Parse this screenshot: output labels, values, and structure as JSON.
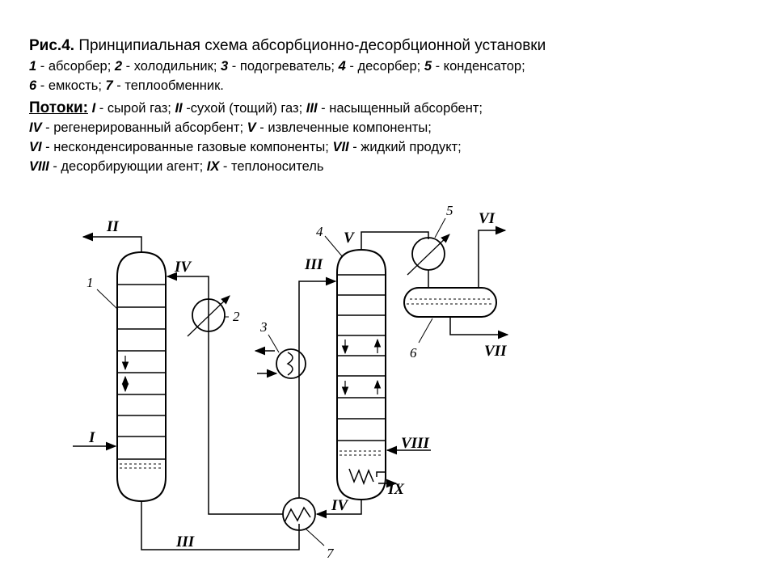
{
  "caption": {
    "title_prefix": "Рис.4.",
    "title_text": " Принципиальная схема абсорбционно-десорбционной установки",
    "legend_lines": [
      [
        [
          "1",
          " - абсорбер; "
        ],
        [
          "2",
          " - холодильник; "
        ],
        [
          "3",
          " - подогреватель; "
        ],
        [
          "4",
          " - десорбер; "
        ],
        [
          "5",
          " - конденсатор;"
        ]
      ],
      [
        [
          "6",
          " - емкость; "
        ],
        [
          "7",
          " - теплообменник."
        ]
      ]
    ],
    "flows_label": "Потоки:",
    "flow_lines": [
      [
        [
          "I",
          " - сырой газ; "
        ],
        [
          "II",
          " -сухой (тощий) газ; "
        ],
        [
          "III",
          " - насыщенный абсорбент;"
        ]
      ],
      [
        [
          "IV",
          " - регенерированный абсорбент; "
        ],
        [
          "V",
          " - извлеченные компоненты;"
        ]
      ],
      [
        [
          "VI",
          " - несконденсированные газовые компоненты; "
        ],
        [
          "VII",
          " - жидкий продукт;"
        ]
      ],
      [
        [
          "VIII",
          " - десорбирующии агент; "
        ],
        [
          "IX",
          " - теплоноситель"
        ]
      ]
    ]
  },
  "diagram": {
    "stream_labels": {
      "I": "I",
      "II": "II",
      "III_bottom": "III",
      "III_top": "III",
      "IV_top": "IV",
      "IV_bottom": "IV",
      "V": "V",
      "VI": "VI",
      "VII": "VII",
      "VIII": "VIII",
      "IX": "IX"
    },
    "equipment_numbers": {
      "1": "1",
      "2": "2",
      "3": "3",
      "4": "4",
      "5": "5",
      "6": "6",
      "7": "7"
    }
  }
}
